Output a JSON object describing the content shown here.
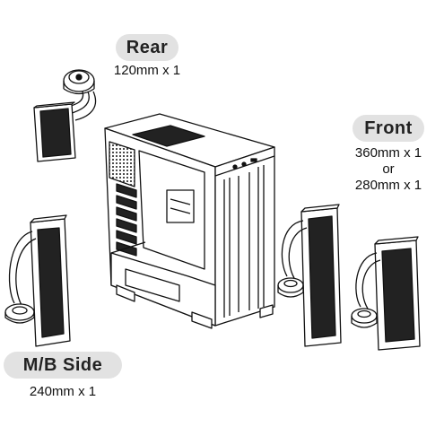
{
  "labels": {
    "rear": {
      "title": "Rear",
      "spec": "120mm x 1"
    },
    "front": {
      "title": "Front",
      "spec_line1": "360mm x 1",
      "spec_or": "or",
      "spec_line2": "280mm x 1"
    },
    "mb_side": {
      "title": "M/B Side",
      "spec": "240mm x 1"
    }
  },
  "colors": {
    "line": "#111111",
    "pill": "#e2e2e2",
    "radiator_fill": "#222222"
  }
}
